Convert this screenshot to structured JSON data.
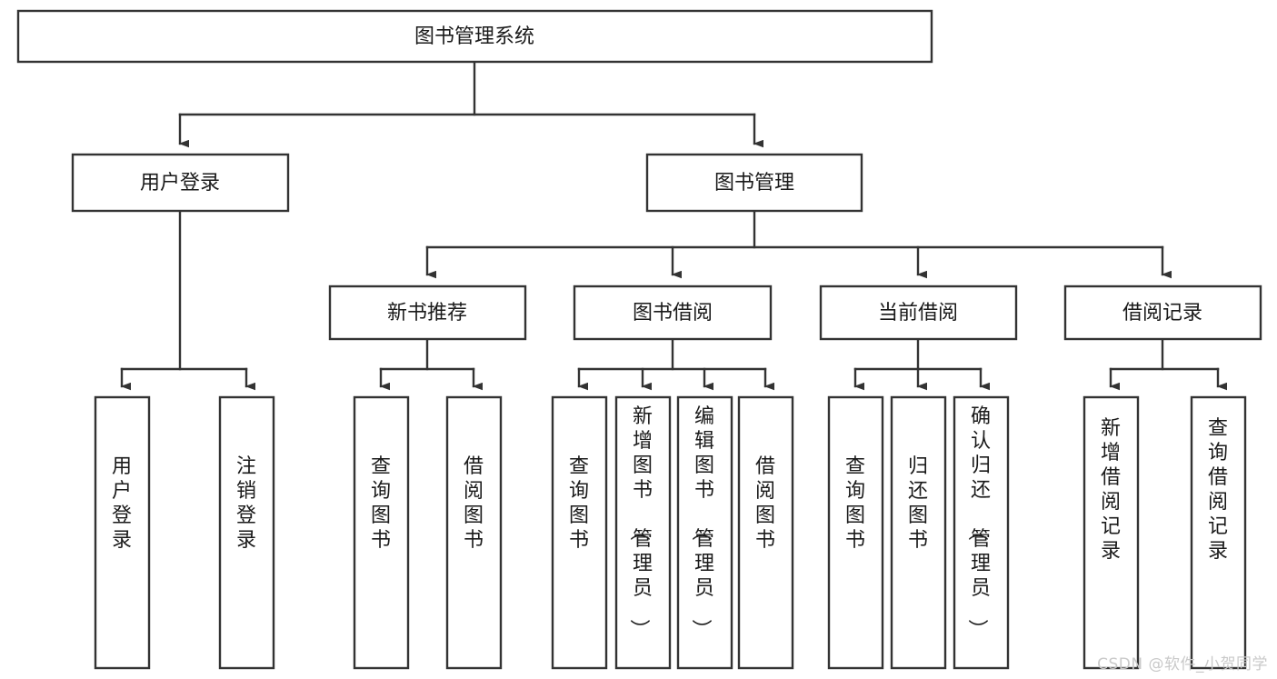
{
  "diagram": {
    "title": "图书管理系统",
    "type": "hierarchy-tree",
    "colors": {
      "box_stroke": "#333333",
      "box_fill": "#ffffff",
      "text": "#1a1a1a",
      "background": "#ffffff",
      "watermark": "#c9c9c9"
    },
    "levels": {
      "root": {
        "label": "图书管理系统"
      },
      "level2": [
        {
          "id": "user-login",
          "label": "用户登录"
        },
        {
          "id": "book-management",
          "label": "图书管理"
        }
      ],
      "level3": [
        {
          "id": "new-book-recommend",
          "label": "新书推荐",
          "parent": "book-management"
        },
        {
          "id": "book-borrow",
          "label": "图书借阅",
          "parent": "book-management"
        },
        {
          "id": "current-borrow",
          "label": "当前借阅",
          "parent": "book-management"
        },
        {
          "id": "borrow-record",
          "label": "借阅记录",
          "parent": "book-management"
        }
      ],
      "leaves": [
        {
          "id": "leaf-user-login",
          "label": "用户登录",
          "parent": "user-login"
        },
        {
          "id": "leaf-logout-login",
          "label": "注销登录",
          "parent": "user-login"
        },
        {
          "id": "leaf-query-book-1",
          "label": "查询图书",
          "parent": "new-book-recommend"
        },
        {
          "id": "leaf-borrow-book-1",
          "label": "借阅图书",
          "parent": "new-book-recommend"
        },
        {
          "id": "leaf-query-book-2",
          "label": "查询图书",
          "parent": "book-borrow"
        },
        {
          "id": "leaf-add-book",
          "label": "新增图书（管理员）",
          "parent": "book-borrow"
        },
        {
          "id": "leaf-edit-book",
          "label": "编辑图书（管理员）",
          "parent": "book-borrow"
        },
        {
          "id": "leaf-borrow-book-2",
          "label": "借阅图书",
          "parent": "book-borrow"
        },
        {
          "id": "leaf-query-book-3",
          "label": "查询图书",
          "parent": "current-borrow"
        },
        {
          "id": "leaf-return-book",
          "label": "归还图书",
          "parent": "current-borrow"
        },
        {
          "id": "leaf-confirm-return",
          "label": "确认归还（管理员）",
          "parent": "current-borrow"
        },
        {
          "id": "leaf-add-record",
          "label": "新增借阅记录",
          "parent": "borrow-record"
        },
        {
          "id": "leaf-query-record",
          "label": "查询借阅记录",
          "parent": "borrow-record"
        }
      ]
    }
  },
  "watermark": {
    "text": "CSDN @软件_小贺同学"
  }
}
